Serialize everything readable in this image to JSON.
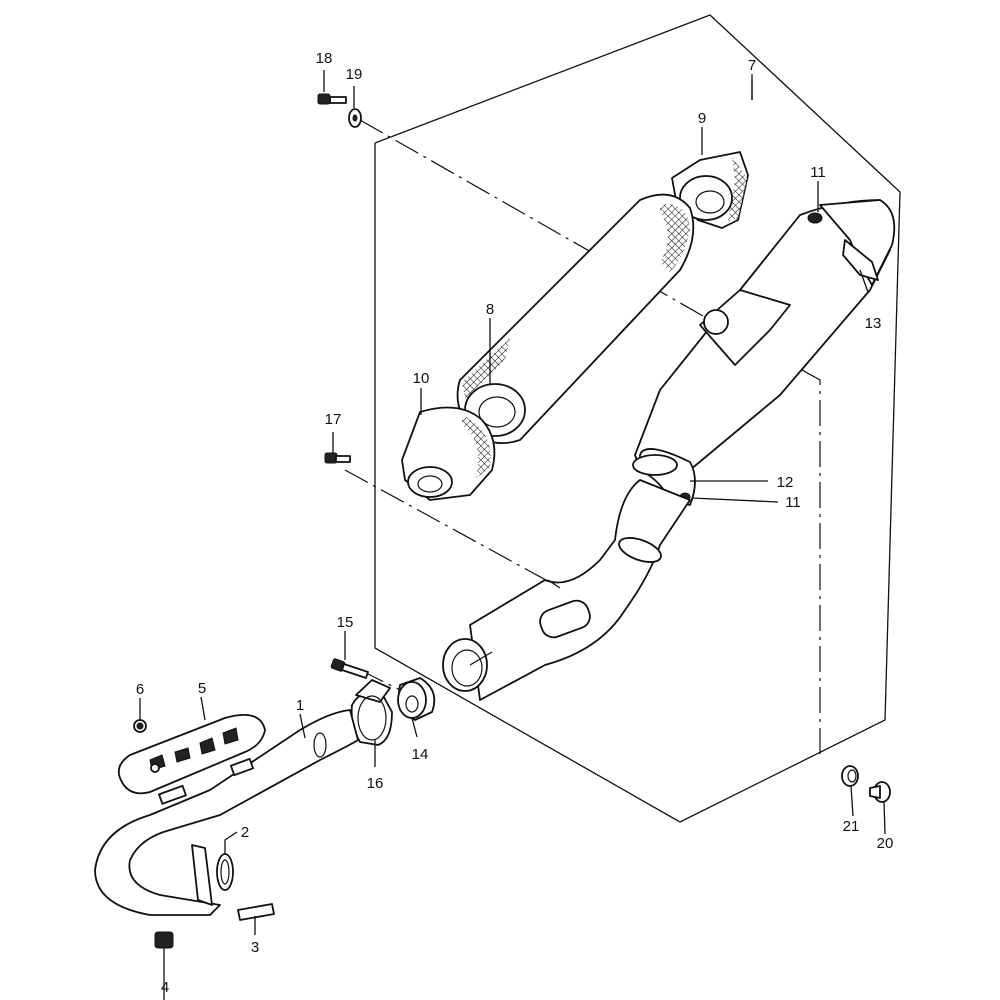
{
  "diagram": {
    "callouts": [
      {
        "id": "c1",
        "text": "1"
      },
      {
        "id": "c2",
        "text": "2"
      },
      {
        "id": "c3",
        "text": "3"
      },
      {
        "id": "c4",
        "text": "4"
      },
      {
        "id": "c5",
        "text": "5"
      },
      {
        "id": "c6",
        "text": "6"
      },
      {
        "id": "c7",
        "text": "7"
      },
      {
        "id": "c8",
        "text": "8"
      },
      {
        "id": "c9",
        "text": "9"
      },
      {
        "id": "c10",
        "text": "10"
      },
      {
        "id": "c11a",
        "text": "11"
      },
      {
        "id": "c11b",
        "text": "11"
      },
      {
        "id": "c12",
        "text": "12"
      },
      {
        "id": "c13",
        "text": "13"
      },
      {
        "id": "c14",
        "text": "14"
      },
      {
        "id": "c15",
        "text": "15"
      },
      {
        "id": "c16",
        "text": "16"
      },
      {
        "id": "c17",
        "text": "17"
      },
      {
        "id": "c18",
        "text": "18"
      },
      {
        "id": "c19",
        "text": "19"
      },
      {
        "id": "c20",
        "text": "20"
      },
      {
        "id": "c21",
        "text": "21"
      }
    ]
  }
}
